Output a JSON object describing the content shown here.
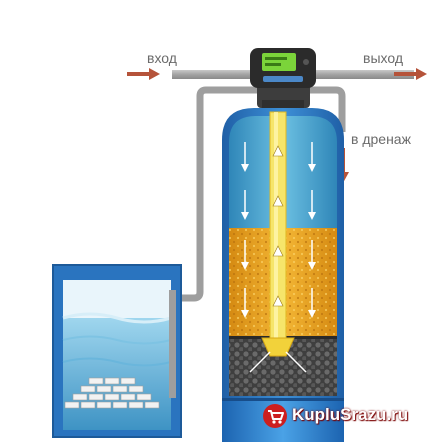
{
  "labels": {
    "inlet": "вход",
    "outlet": "выход",
    "drain": "в дренаж"
  },
  "watermark": {
    "text": "KupluSrazu.ru",
    "icon": "cart-logo-icon",
    "color": "#cc1f1f"
  },
  "display": {
    "color": "#7bd43a"
  },
  "colors": {
    "pipe": "#a7a7a7",
    "arrow": "#b5533a",
    "water": "#3f9ac6",
    "resin": "#e8a21a",
    "gravel": "#4d4d4d",
    "tank_shell": "#2a6fb5"
  }
}
